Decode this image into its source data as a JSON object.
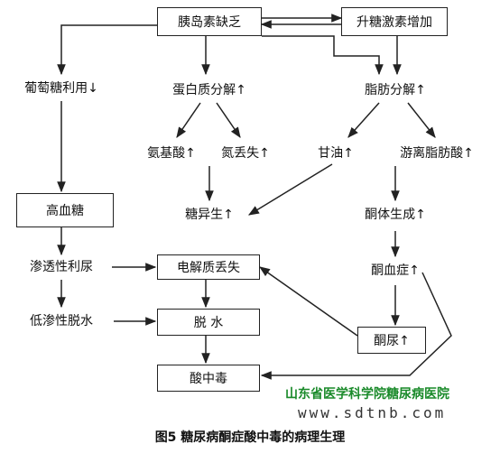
{
  "nodes": {
    "insulin_deficiency": "胰岛素缺乏",
    "glucagon_increase": "升糖激素增加",
    "glucose_use": "葡萄糖利用↓",
    "protein_breakdown": "蛋白质分解↑",
    "fat_breakdown": "脂肪分解↑",
    "amino_acid": "氨基酸↑",
    "nitrogen_loss": "氮丢失↑",
    "glycerol": "甘油↑",
    "free_fatty_acid": "游离脂肪酸↑",
    "hyperglycemia": "高血糖",
    "gluconeogenesis": "糖异生↑",
    "ketone_production": "酮体生成↑",
    "osmotic_diuresis": "渗透性利尿",
    "electrolyte_loss": "电解质丢失",
    "ketonemia": "酮血症↑",
    "hypotonic_dehydration": "低渗性脱水",
    "dehydration": "脱 水",
    "ketonuria": "酮尿↑",
    "acidosis": "酸中毒"
  },
  "watermark": {
    "org": "山东省医学科学院糖尿病医院",
    "url": "www.sdtnb.com"
  },
  "caption": "图5   糖尿病酮症酸中毒的病理生理"
}
